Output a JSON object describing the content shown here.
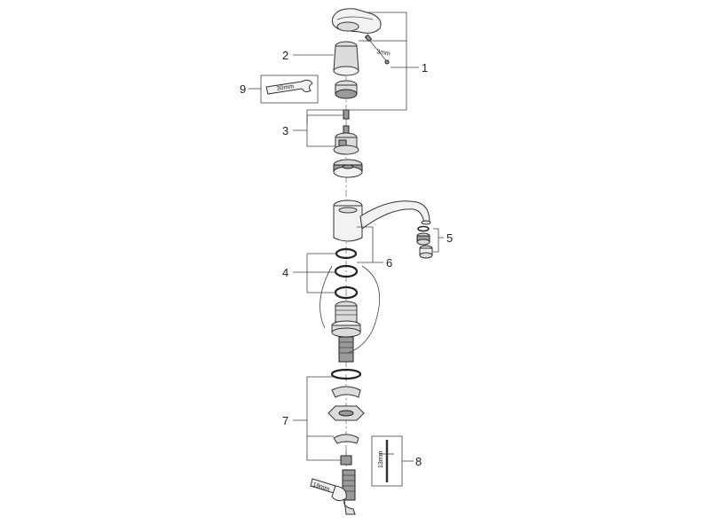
{
  "callouts": [
    {
      "id": "1",
      "text": "1"
    },
    {
      "id": "2",
      "text": "2"
    },
    {
      "id": "3",
      "text": "3"
    },
    {
      "id": "4",
      "text": "4"
    },
    {
      "id": "5",
      "text": "5"
    },
    {
      "id": "6",
      "text": "6"
    },
    {
      "id": "7",
      "text": "7"
    },
    {
      "id": "8",
      "text": "8"
    },
    {
      "id": "9",
      "text": "9"
    }
  ],
  "dimensions": {
    "allen_key": "3mm",
    "spanner_9": "30mm",
    "spanner_19": "19mm",
    "tool_8": "13mm"
  }
}
